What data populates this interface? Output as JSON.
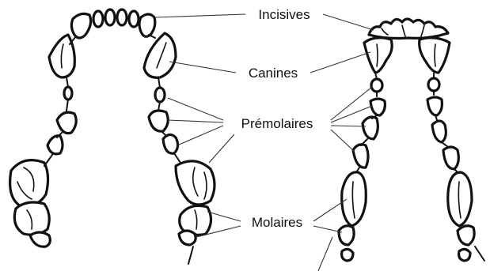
{
  "labels": {
    "incisives": "Incisives",
    "canines": "Canines",
    "premolaires": "Prémolaires",
    "molaires": "Molaires"
  },
  "colors": {
    "outline": "#111111",
    "fill": "#ffffff",
    "leader": "#333333"
  }
}
